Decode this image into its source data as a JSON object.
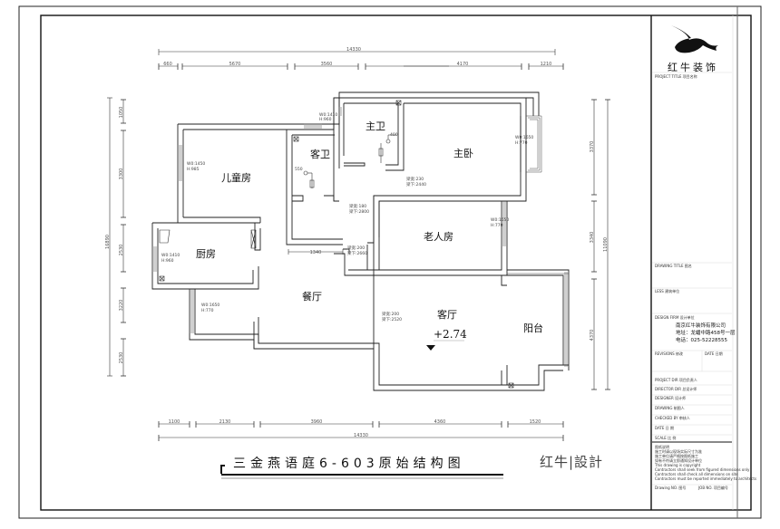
{
  "drawing": {
    "title": "三金燕语庭6-603原始结构图",
    "brand_signature": "红牛|設計",
    "level_mark": "+2.74"
  },
  "rooms": [
    {
      "id": "children-room",
      "label": "儿童房"
    },
    {
      "id": "guest-bath",
      "label": "客卫"
    },
    {
      "id": "master-bath",
      "label": "主卫"
    },
    {
      "id": "master-bedroom",
      "label": "主卧"
    },
    {
      "id": "elder-room",
      "label": "老人房"
    },
    {
      "id": "kitchen",
      "label": "厨房"
    },
    {
      "id": "dining-room",
      "label": "餐厅"
    },
    {
      "id": "living-room",
      "label": "客厅"
    },
    {
      "id": "balcony",
      "label": "阳台"
    }
  ],
  "windows": [
    {
      "room": "children-room",
      "w": "W0:1450",
      "h": "H:985"
    },
    {
      "room": "guest-bath",
      "w": "W0:1410",
      "h": "H:960"
    },
    {
      "room": "master-bedroom",
      "w": "W0:1650",
      "h": "H:770"
    },
    {
      "room": "elder-room",
      "w": "W0:1650",
      "h": "H:770"
    },
    {
      "room": "kitchen",
      "w": "W0:1410",
      "h": "H:960"
    },
    {
      "room": "dining-room",
      "w": "W0:1650",
      "h": "H:770"
    }
  ],
  "beams": [
    {
      "room": "master-bedroom",
      "width": "梁宽:230",
      "height": "梁下:2440"
    },
    {
      "room": "guest-bath",
      "width": "梁宽:180",
      "height": "梁下:2800"
    },
    {
      "room": "dining-room",
      "width": "梁宽:200",
      "height": "梁下:2660"
    },
    {
      "room": "living-room",
      "width": "梁宽:200",
      "height": "梁下:2520"
    }
  ],
  "dimensions": {
    "top_total": "14330",
    "top": [
      "660",
      "5670",
      "3560",
      "4170",
      "1210"
    ],
    "bottom": [
      "1100",
      "2130",
      "3960",
      "4360",
      "1520"
    ],
    "bottom_total": "14330",
    "left_total": "16890",
    "left": [
      "1050",
      "3300",
      "2530",
      "3220",
      "2530"
    ],
    "right": [
      "3370",
      "3340",
      "4370"
    ],
    "right_total": "11090",
    "interior": "1340",
    "fixture": "400",
    "fixture2": "550"
  },
  "title_block": {
    "company_logo_text": "红牛装饰",
    "project_title_label": "PROJECT TITLE 项目名称",
    "drawing_title_label": "DRAWING TITLE 图名",
    "less_label": "LESS 建筑单位",
    "design_firm_label": "DESIGN FIRM 设计单位",
    "firm_name": "南京红牛装饰有限公司",
    "firm_address": "地址：龙蟠中路458号一层",
    "firm_phone": "电话：025-52228555",
    "revisions_label": "REVISIONS 修改",
    "date_label": "DATE 日期",
    "project_dir_label": "PROJECT DIR 项目负责人",
    "director_dir_label": "DIRECTOR DIR 总设计师",
    "designer_label": "DESIGNER 设计师",
    "drawing_label": "DRAWING 制图人",
    "checked_label": "CHECKED BY 审核人",
    "date2_label": "DATE 日 期",
    "scale_label": "SCALE 比 例",
    "notes": [
      "图纸说明",
      "施工时请以现场实际尺寸为准",
      "施工单位请严格按图纸施工",
      "如有不符请立即通知设计单位",
      "This drawing is copyright",
      "Contractors shall seek from figured dimensions only",
      "Contractors shall check all dimensions on site",
      "Contractors must be reported immediately to architects"
    ],
    "drawing_no_label": "Drawing NO. 图号",
    "job_no_label": "JOB NO. 项目编号"
  }
}
